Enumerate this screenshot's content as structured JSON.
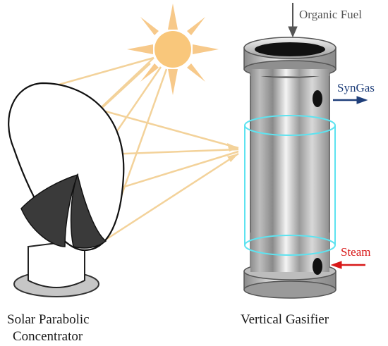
{
  "labels": {
    "organic_fuel": "Organic Fuel",
    "syngas": "SynGas",
    "steam": "Steam",
    "concentrator_line1": "Solar Parabolic",
    "concentrator_line2": "Concentrator",
    "gasifier": "Vertical Gasifier"
  },
  "colors": {
    "sun": "#f9c77b",
    "sun_ray": "#f7c98a",
    "light_beam": "#f3d29a",
    "heating_zone": "#5ee3f0",
    "syngas_arrow": "#1f3f7a",
    "syngas_text": "#1f3f7a",
    "steam_arrow": "#d81818",
    "steam_text": "#d81818",
    "fuel_arrow": "#555555",
    "fuel_text": "#555555"
  }
}
